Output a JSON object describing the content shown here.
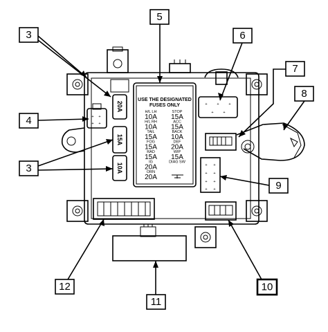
{
  "callouts": {
    "c1": "3",
    "c2": "5",
    "c3": "6",
    "c4": "7",
    "c5": "8",
    "c6": "4",
    "c7": "3",
    "c8": "9",
    "c9": "12",
    "c10": "11",
    "c11": "10"
  },
  "rotated_fuses": {
    "f_top": "20A",
    "f_mid": "15A",
    "f_bot": "10A"
  },
  "fuse_chart": {
    "header_line1": "USE THE DESIGNATED",
    "header_line2": "FUSES ONLY",
    "rows": [
      {
        "left_name": "H/L LH",
        "left_amp": "10A",
        "right_name": "STOP",
        "right_amp": "15A"
      },
      {
        "left_name": "H/L RH",
        "left_amp": "10A",
        "right_name": "ACC",
        "right_amp": "15A"
      },
      {
        "left_name": "TAIL",
        "left_amp": "15A",
        "right_name": "BACK",
        "right_amp": "10A"
      },
      {
        "left_name": "FOG",
        "left_amp": "15A",
        "right_name": "DEF",
        "right_amp": "20A"
      },
      {
        "left_name": "RAD",
        "left_amp": "15A",
        "right_name": "WIP",
        "right_amp": "15A"
      },
      {
        "left_name": "IG",
        "left_amp": "20A",
        "right_name": "DIAG SW",
        "right_amp": ""
      },
      {
        "left_name": "ORN",
        "left_amp": "20A",
        "right_name": "",
        "right_amp": ""
      }
    ]
  },
  "colors": {
    "line": "#000000",
    "background": "#ffffff"
  }
}
